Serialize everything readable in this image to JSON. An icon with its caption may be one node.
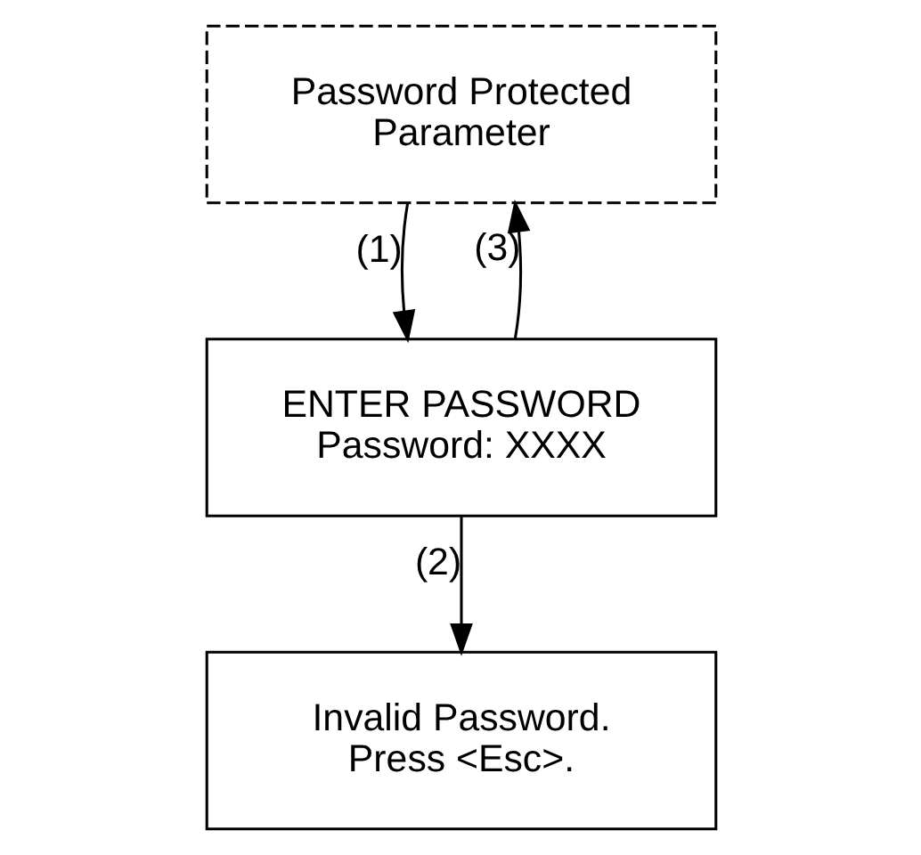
{
  "diagram": {
    "nodes": [
      {
        "text": [
          "Password Protected Parameter"
        ]
      },
      {
        "text": [
          "ENTER PASSWORD",
          "Password: XXXX"
        ]
      },
      {
        "text": [
          "Invalid Password. Press <Esc>."
        ]
      }
    ],
    "edges": [
      {
        "from": 0,
        "to": 1,
        "arrow": "to",
        "label": "(1)"
      },
      {
        "from": 1,
        "to": 2,
        "arrow": "to",
        "label": "(2)"
      },
      {
        "from": 1,
        "to": 0,
        "arrow": "to",
        "label": "(3)"
      }
    ]
  }
}
